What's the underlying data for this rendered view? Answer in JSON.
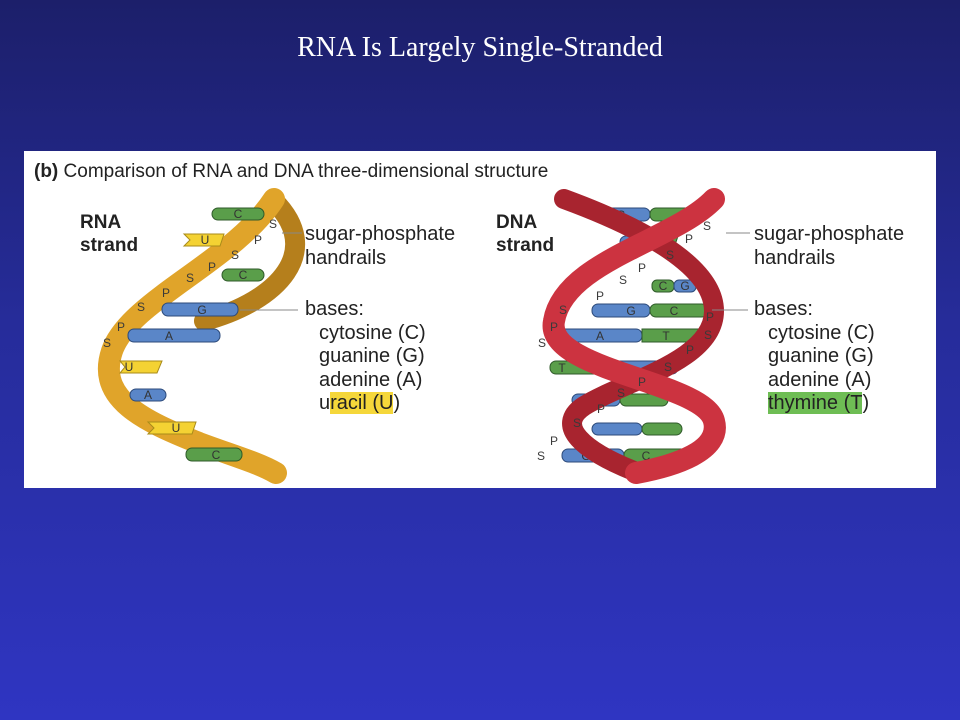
{
  "slide": {
    "title": "RNA Is Largely Single-Stranded"
  },
  "figure": {
    "panel_letter": "(b)",
    "caption": "Comparison of RNA and DNA three-dimensional structure",
    "rna": {
      "label_line1": "RNA",
      "label_line2": "strand",
      "handrails_line1": "sugar-phosphate",
      "handrails_line2": "handrails",
      "bases_heading": "bases:",
      "bases": [
        "cytosine (C)",
        "guanine (G)",
        "adenine (A)"
      ],
      "special_base_pre": "u",
      "special_base_hl": "racil (U",
      "special_base_post": ")"
    },
    "dna": {
      "label_line1": "DNA",
      "label_line2": "strand",
      "handrails_line1": "sugar-phosphate",
      "handrails_line2": "handrails",
      "bases_heading": "bases:",
      "bases": [
        "cytosine (C)",
        "guanine (G)",
        "adenine (A)"
      ],
      "special_base_pre": "",
      "special_base_hl": "thymine (T",
      "special_base_post": ")"
    },
    "colors": {
      "rna_backbone": "#e0a42a",
      "dna_backbone": "#cc3340",
      "cytosine": "#5a9e4a",
      "guanine": "#5a86c8",
      "adenine": "#5a86c8",
      "uracil": "#f4d233",
      "thymine": "#5a9e4a",
      "uracil_highlight": "#f5d73a",
      "thymine_highlight": "#6ebd54"
    }
  }
}
